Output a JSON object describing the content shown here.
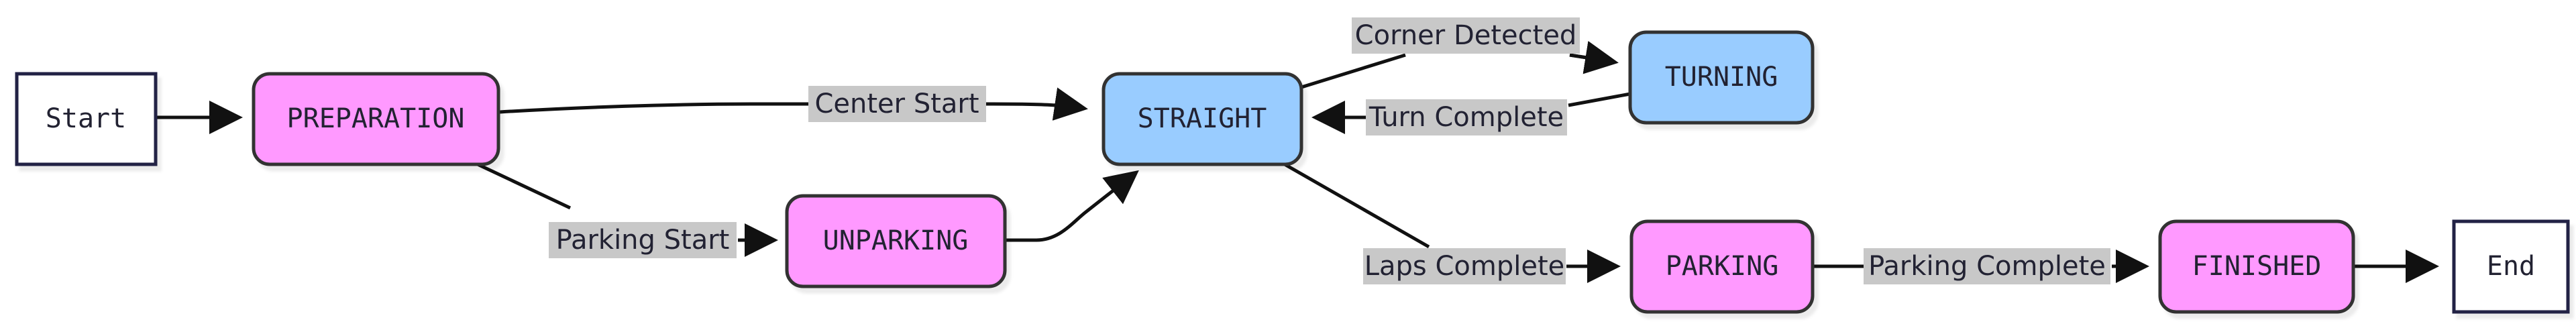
{
  "colors": {
    "terminal_fill": "#ffffff",
    "terminal_stroke": "#222244",
    "pink_fill": "#ff99ff",
    "blue_fill": "#99ccff",
    "state_stroke": "#333333",
    "label_bg": "#c8c8c8",
    "edge": "#111111"
  },
  "nodes": {
    "start": "Start",
    "preparation": "PREPARATION",
    "unparking": "UNPARKING",
    "straight": "STRAIGHT",
    "turning": "TURNING",
    "parking": "PARKING",
    "finished": "FINISHED",
    "end": "End"
  },
  "edges": {
    "center_start": "Center Start",
    "parking_start": "Parking Start",
    "corner_detected": "Corner Detected",
    "turn_complete": "Turn Complete",
    "laps_complete": "Laps Complete",
    "parking_complete": "Parking Complete"
  }
}
